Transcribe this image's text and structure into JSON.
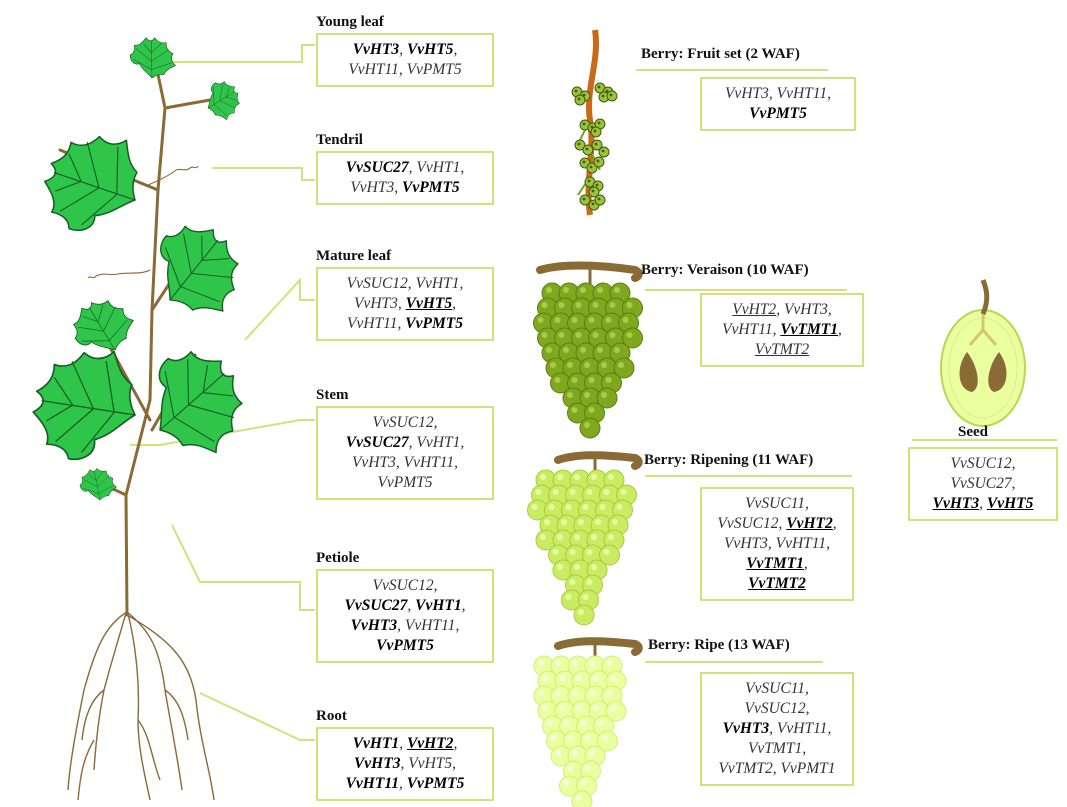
{
  "colors": {
    "box_border": "#cfe37a",
    "leaf": "#2fc44a",
    "stem": "#8a6a35",
    "berry_fruitset": "#9bc23a",
    "berry_veraison": "#7fa81e",
    "berry_ripening": "#c9ec62",
    "berry_ripe": "#eaffa0"
  },
  "tissues": [
    {
      "id": "young-leaf",
      "label": "Young leaf",
      "genes": [
        {
          "name": "VvHT3",
          "bold": true,
          "underline": false
        },
        {
          "name": "VvHT5",
          "bold": true,
          "underline": false
        },
        {
          "name": "VvHT11",
          "bold": false,
          "underline": false
        },
        {
          "name": "VvPMT5",
          "bold": false,
          "underline": false
        }
      ]
    },
    {
      "id": "tendril",
      "label": "Tendril",
      "genes": [
        {
          "name": "VvSUC27",
          "bold": true,
          "underline": false
        },
        {
          "name": "VvHT1",
          "bold": false,
          "underline": false
        },
        {
          "name": "VvHT3",
          "bold": false,
          "underline": false
        },
        {
          "name": "VvPMT5",
          "bold": true,
          "underline": false
        }
      ]
    },
    {
      "id": "mature-leaf",
      "label": "Mature leaf",
      "genes": [
        {
          "name": "VvSUC12",
          "bold": false,
          "underline": false
        },
        {
          "name": "VvHT1",
          "bold": false,
          "underline": false
        },
        {
          "name": "VvHT3",
          "bold": false,
          "underline": false
        },
        {
          "name": "VvHT5",
          "bold": true,
          "underline": true
        },
        {
          "name": "VvHT11",
          "bold": false,
          "underline": false
        },
        {
          "name": "VvPMT5",
          "bold": true,
          "underline": false
        }
      ]
    },
    {
      "id": "stem",
      "label": "Stem",
      "genes": [
        {
          "name": "VvSUC12",
          "bold": false,
          "underline": false
        },
        {
          "name": "VvSUC27",
          "bold": true,
          "underline": false
        },
        {
          "name": "VvHT1",
          "bold": false,
          "underline": false
        },
        {
          "name": "VvHT3",
          "bold": false,
          "underline": false
        },
        {
          "name": "VvHT11",
          "bold": false,
          "underline": false
        },
        {
          "name": "VvPMT5",
          "bold": false,
          "underline": false
        }
      ]
    },
    {
      "id": "petiole",
      "label": "Petiole",
      "genes": [
        {
          "name": "VvSUC12",
          "bold": false,
          "underline": false
        },
        {
          "name": "VvSUC27",
          "bold": true,
          "underline": false
        },
        {
          "name": "VvHT1",
          "bold": true,
          "underline": false
        },
        {
          "name": "VvHT3",
          "bold": true,
          "underline": false
        },
        {
          "name": "VvHT11",
          "bold": false,
          "underline": false
        },
        {
          "name": "VvPMT5",
          "bold": true,
          "underline": false
        }
      ]
    },
    {
      "id": "root",
      "label": "Root",
      "genes": [
        {
          "name": "VvHT1",
          "bold": true,
          "underline": false
        },
        {
          "name": "VvHT2",
          "bold": true,
          "underline": true
        },
        {
          "name": "VvHT3",
          "bold": true,
          "underline": false
        },
        {
          "name": "VvHT5",
          "bold": false,
          "underline": false
        },
        {
          "name": "VvHT11",
          "bold": true,
          "underline": false
        },
        {
          "name": "VvPMT5",
          "bold": true,
          "underline": false
        }
      ]
    },
    {
      "id": "fruit-set",
      "label": "Berry: Fruit set (2 WAF)",
      "genes": [
        {
          "name": "VvHT3",
          "bold": false,
          "underline": false
        },
        {
          "name": "VvHT11",
          "bold": false,
          "underline": false
        },
        {
          "name": "VvPMT5",
          "bold": true,
          "underline": false
        }
      ]
    },
    {
      "id": "veraison",
      "label": "Berry: Veraison (10 WAF)",
      "genes": [
        {
          "name": "VvHT2",
          "bold": false,
          "underline": true
        },
        {
          "name": "VvHT3",
          "bold": false,
          "underline": false
        },
        {
          "name": "VvHT11",
          "bold": false,
          "underline": false
        },
        {
          "name": "VvTMT1",
          "bold": true,
          "underline": true
        },
        {
          "name": "VvTMT2",
          "bold": false,
          "underline": true
        }
      ]
    },
    {
      "id": "ripening",
      "label": "Berry: Ripening (11 WAF)",
      "genes": [
        {
          "name": "VvSUC11",
          "bold": false,
          "underline": false
        },
        {
          "name": "VvSUC12",
          "bold": false,
          "underline": false
        },
        {
          "name": "VvHT2",
          "bold": true,
          "underline": true
        },
        {
          "name": "VvHT3",
          "bold": false,
          "underline": false
        },
        {
          "name": "VvHT11",
          "bold": false,
          "underline": false
        },
        {
          "name": "VvTMT1",
          "bold": true,
          "underline": true
        },
        {
          "name": "VvTMT2",
          "bold": true,
          "underline": true
        }
      ]
    },
    {
      "id": "ripe",
      "label": "Berry: Ripe (13 WAF)",
      "genes": [
        {
          "name": "VvSUC11",
          "bold": false,
          "underline": false
        },
        {
          "name": "VvSUC12",
          "bold": false,
          "underline": false
        },
        {
          "name": "VvHT3",
          "bold": true,
          "underline": false
        },
        {
          "name": "VvHT11",
          "bold": false,
          "underline": false
        },
        {
          "name": "VvTMT1",
          "bold": false,
          "underline": false
        },
        {
          "name": "VvTMT2",
          "bold": false,
          "underline": false
        },
        {
          "name": "VvPMT1",
          "bold": false,
          "underline": false
        }
      ]
    },
    {
      "id": "seed",
      "label": "Seed",
      "genes": [
        {
          "name": "VvSUC12",
          "bold": false,
          "underline": false
        },
        {
          "name": "VvSUC27",
          "bold": false,
          "underline": false
        },
        {
          "name": "VvHT3",
          "bold": true,
          "underline": true
        },
        {
          "name": "VvHT5",
          "bold": true,
          "underline": true
        }
      ]
    }
  ]
}
